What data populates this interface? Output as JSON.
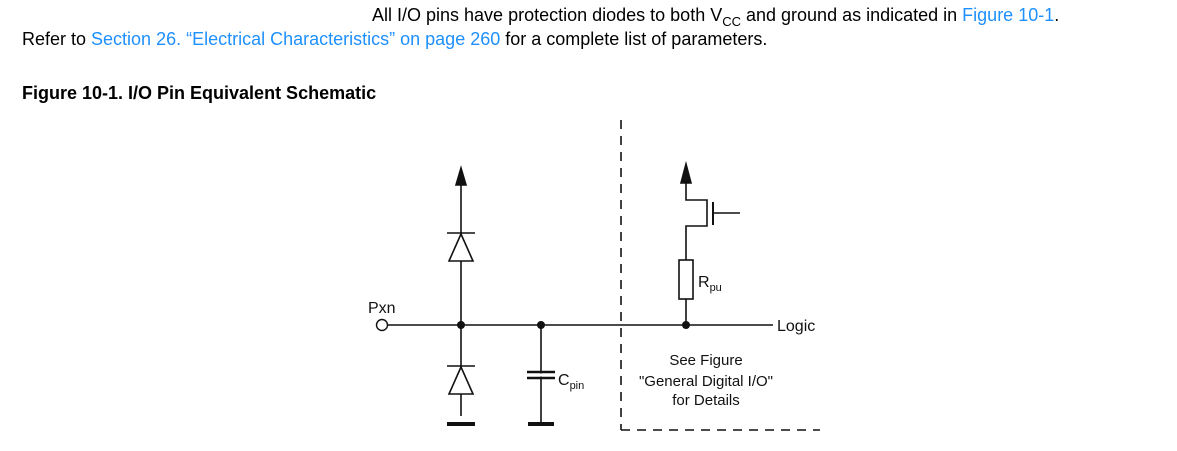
{
  "paragraph": {
    "line1_pre": "All I/O pins have protection diodes to both V",
    "line1_sub": "CC",
    "line1_mid": " and ground as indicated in ",
    "line1_link": "Figure 10-1",
    "line1_post": ".",
    "line2_pre": "Refer to ",
    "line2_link": "Section 26. “Electrical Characteristics” on page 260",
    "line2_post": " for a complete list of parameters."
  },
  "figure": {
    "caption": "Figure 10-1. I/O Pin Equivalent Schematic",
    "labels": {
      "pin": "Pxn",
      "cap_main": "C",
      "cap_sub": "pin",
      "res_main": "R",
      "res_sub": "pu",
      "logic": "Logic",
      "note_line1": "See Figure",
      "note_line2": "\"General Digital I/O\"",
      "note_line3": "for Details"
    }
  },
  "colors": {
    "link": "#1e90ff",
    "text": "#000000"
  }
}
